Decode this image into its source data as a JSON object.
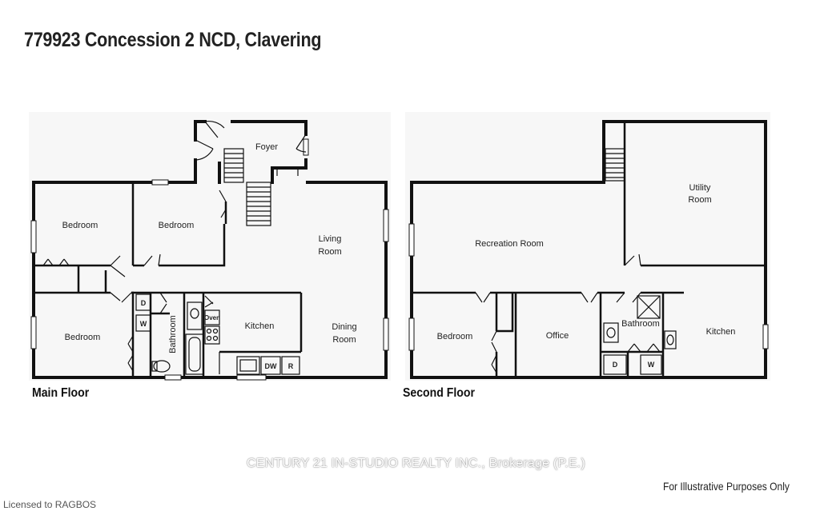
{
  "title": "779923 Concession 2 NCD, Clavering",
  "main_floor": {
    "label": "Main Floor",
    "rooms": {
      "foyer": "Foyer",
      "bedroom_1": "Bedroom",
      "bedroom_2": "Bedroom",
      "bedroom_3": "Bedroom",
      "living_room": [
        "Living",
        "Room"
      ],
      "kitchen": "Kitchen",
      "dining_room": [
        "Dining",
        "Room"
      ],
      "bathroom": "Bathroom"
    },
    "symbols": {
      "dryer": "D",
      "washer": "W",
      "oven": "Oven",
      "dishwasher": "DW",
      "refrigerator": "R"
    }
  },
  "second_floor": {
    "label": "Second Floor",
    "rooms": {
      "utility_room": [
        "Utility",
        "Room"
      ],
      "recreation_room": "Recreation Room",
      "bedroom": "Bedroom",
      "office": "Office",
      "bathroom": "Bathroom",
      "kitchen": "Kitchen"
    },
    "symbols": {
      "dryer": "D",
      "washer": "W"
    }
  },
  "disclaimer": "For Illustrative Purposes Only",
  "watermark": "CENTURY 21 IN-STUDIO REALTY INC., Brokerage (P.E.)",
  "license": "Licensed to RAGBOS"
}
